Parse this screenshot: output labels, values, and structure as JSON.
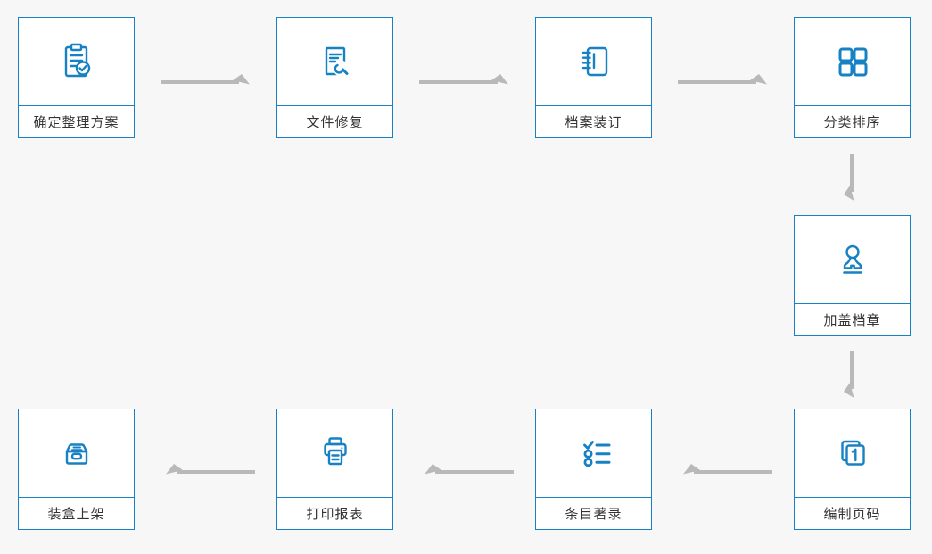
{
  "page": {
    "background_color": "#f7f7f7",
    "accent_color": "#1681c3",
    "arrow_color": "#b9b9b9",
    "label_color": "#333333"
  },
  "flow": {
    "steps": [
      {
        "id": "determine-plan",
        "label": "确定整理方案",
        "icon": "clipboard-check-icon"
      },
      {
        "id": "file-repair",
        "label": "文件修复",
        "icon": "document-wrench-icon"
      },
      {
        "id": "archive-binding",
        "label": "档案装订",
        "icon": "notebook-binding-icon"
      },
      {
        "id": "classify-sort",
        "label": "分类排序",
        "icon": "grid-icon"
      },
      {
        "id": "stamp-seal",
        "label": "加盖档章",
        "icon": "stamp-icon"
      },
      {
        "id": "page-numbering",
        "label": "编制页码",
        "icon": "page-number-icon"
      },
      {
        "id": "entry-cataloging",
        "label": "条目著录",
        "icon": "checklist-icon"
      },
      {
        "id": "print-report",
        "label": "打印报表",
        "icon": "printer-icon"
      },
      {
        "id": "box-shelving",
        "label": "装盒上架",
        "icon": "archive-box-icon"
      }
    ],
    "arrows": [
      {
        "from": "determine-plan",
        "to": "file-repair",
        "direction": "right"
      },
      {
        "from": "file-repair",
        "to": "archive-binding",
        "direction": "right"
      },
      {
        "from": "archive-binding",
        "to": "classify-sort",
        "direction": "right"
      },
      {
        "from": "classify-sort",
        "to": "stamp-seal",
        "direction": "down"
      },
      {
        "from": "stamp-seal",
        "to": "page-numbering",
        "direction": "down"
      },
      {
        "from": "page-numbering",
        "to": "entry-cataloging",
        "direction": "left"
      },
      {
        "from": "entry-cataloging",
        "to": "print-report",
        "direction": "left"
      },
      {
        "from": "print-report",
        "to": "box-shelving",
        "direction": "left"
      }
    ]
  }
}
